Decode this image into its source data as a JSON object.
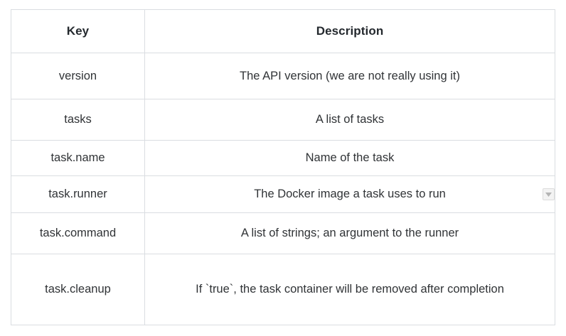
{
  "table": {
    "columns": [
      {
        "id": "key",
        "label": "Key"
      },
      {
        "id": "description",
        "label": "Description"
      }
    ],
    "rows": [
      {
        "key": "version",
        "description": "The API version (we are not really using it)"
      },
      {
        "key": "tasks",
        "description": "A list of tasks"
      },
      {
        "key": "task.name",
        "description": "Name of the task"
      },
      {
        "key": "task.runner",
        "description": "The Docker image a task uses to run"
      },
      {
        "key": "task.command",
        "description": "A list of strings; an argument to the runner"
      },
      {
        "key": "task.cleanup",
        "description": "If `true`, the task container will be removed after completion"
      }
    ]
  },
  "widgets": {
    "caret": {
      "icon": "chevron-down-icon"
    }
  },
  "colors": {
    "page_background": "#ffffff",
    "table_border": "#dadde1",
    "header_text": "#24292e",
    "body_text": "#303336",
    "widget_fill": "#f3f3f3",
    "widget_border": "#dcdcdc",
    "widget_glyph": "#b4b4b4"
  }
}
